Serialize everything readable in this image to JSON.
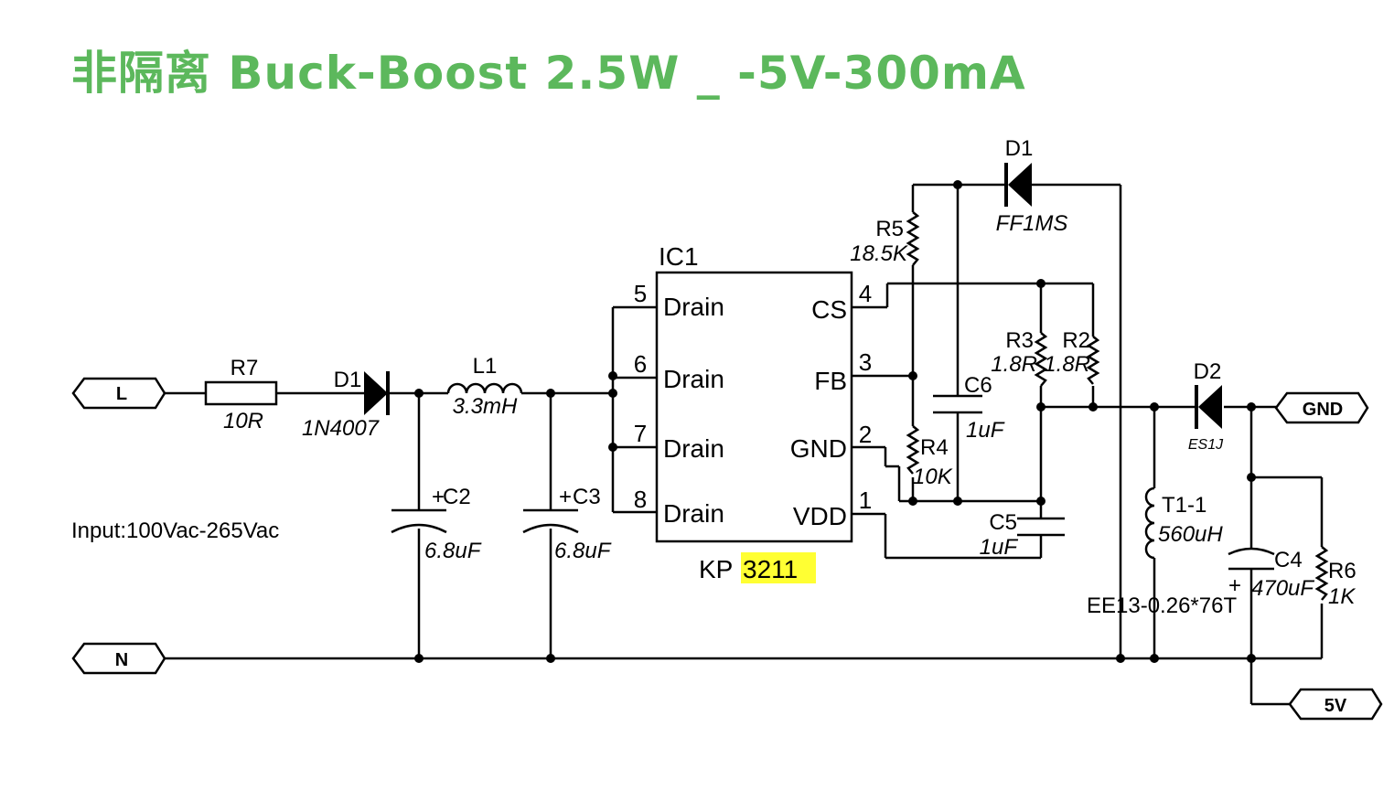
{
  "title": "非隔离 Buck-Boost 2.5W _ -5V-300mA",
  "input_note": "Input:100Vac-265Vac",
  "ports": {
    "L": "L",
    "N": "N",
    "GND": "GND",
    "out": "5V"
  },
  "ic": {
    "ref": "IC1",
    "part_prefix": "KP",
    "part_highlight": "3211",
    "pins_left": [
      {
        "num": "5",
        "name": "Drain"
      },
      {
        "num": "6",
        "name": "Drain"
      },
      {
        "num": "7",
        "name": "Drain"
      },
      {
        "num": "8",
        "name": "Drain"
      }
    ],
    "pins_right": [
      {
        "num": "4",
        "name": "CS"
      },
      {
        "num": "3",
        "name": "FB"
      },
      {
        "num": "2",
        "name": "GND"
      },
      {
        "num": "1",
        "name": "VDD"
      }
    ]
  },
  "components": {
    "R7": {
      "ref": "R7",
      "value": "10R"
    },
    "D1_in": {
      "ref": "D1",
      "value": "1N4007"
    },
    "L1": {
      "ref": "L1",
      "value": "3.3mH"
    },
    "C2": {
      "ref": "C2",
      "value": "6.8uF",
      "plus": "+"
    },
    "C3": {
      "ref": "C3",
      "value": "6.8uF",
      "plus": "+"
    },
    "D1_fb": {
      "ref": "D1",
      "value": "FF1MS"
    },
    "R5": {
      "ref": "R5",
      "value": "18.5K"
    },
    "R4": {
      "ref": "R4",
      "value": "10K"
    },
    "C6": {
      "ref": "C6",
      "value": "1uF"
    },
    "C5": {
      "ref": "C5",
      "value": "1uF"
    },
    "R3": {
      "ref": "R3",
      "value": "1.8R"
    },
    "R2": {
      "ref": "R2",
      "value": "1.8R"
    },
    "D2": {
      "ref": "D2",
      "value": "ES1J"
    },
    "T1": {
      "ref": "T1-1",
      "value": "560uH",
      "core": "EE13-0.26*76T"
    },
    "C4": {
      "ref": "C4",
      "value": "470uF",
      "plus": "+"
    },
    "R6": {
      "ref": "R6",
      "value": "1K"
    }
  },
  "colors": {
    "title": "#5cb85c",
    "highlight": "#ffff33",
    "wire": "#000000"
  }
}
